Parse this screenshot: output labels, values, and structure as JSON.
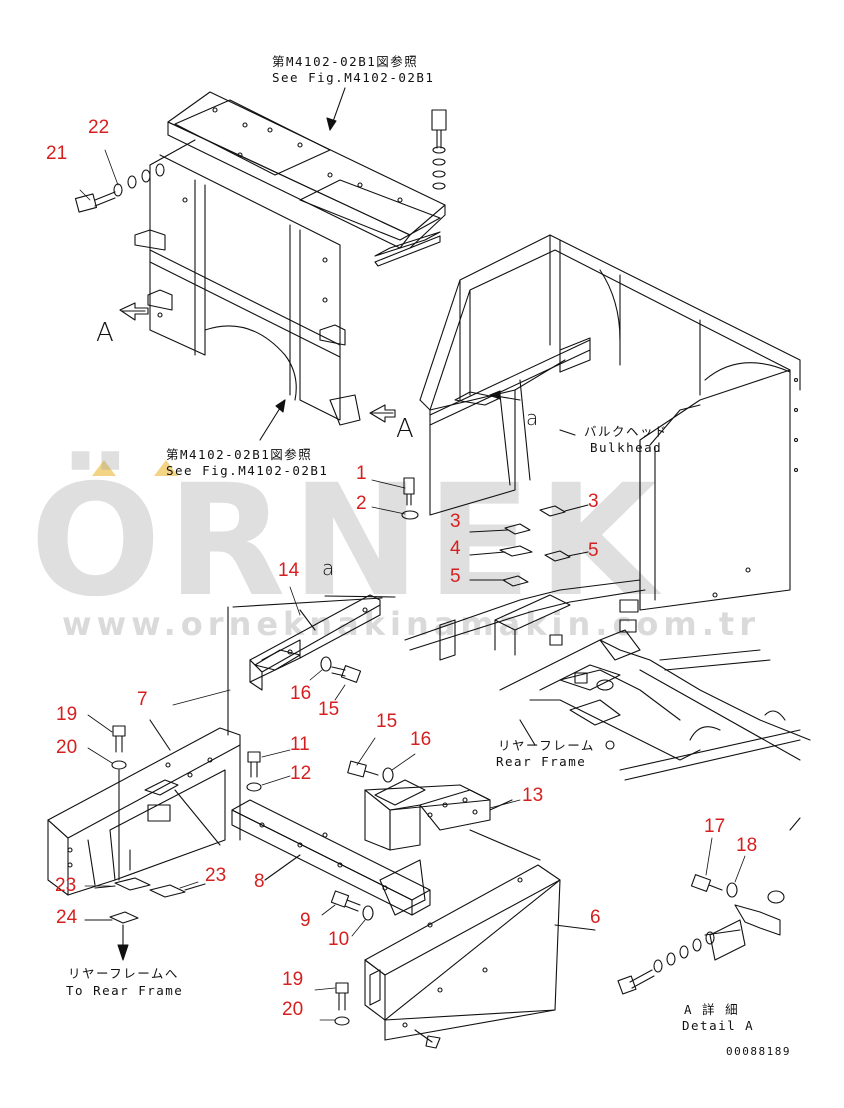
{
  "watermark": {
    "name": "ÖRNEK",
    "url": "www.orneknakinamakin.com.tr",
    "dot_color": "#f2d484"
  },
  "notes": {
    "see_fig_top_jp": "第M4102-02B1図参照",
    "see_fig_top_en": "See Fig.M4102-02B1",
    "see_fig_mid_jp": "第M4102-02B1図参照",
    "see_fig_mid_en": "See Fig.M4102-02B1",
    "bulkhead_jp": "バルクヘッド",
    "bulkhead_en": "Bulkhead",
    "rear_frame_jp": "リヤーフレーム",
    "rear_frame_en": "Rear Frame",
    "to_rear_frame_jp": "リヤーフレームへ",
    "to_rear_frame_en": "To Rear Frame",
    "detail_jp": "A 詳 細",
    "detail_en": "Detail A",
    "drawing_id": "00088189"
  },
  "view_labels": {
    "view_a_left": "A",
    "view_a_right": "A",
    "section_a_upper": "a",
    "section_a_lower": "a"
  },
  "callouts": {
    "n1": "1",
    "n2": "2",
    "n3a": "3",
    "n3b": "3",
    "n4": "4",
    "n5a": "5",
    "n5b": "5",
    "n6": "6",
    "n7": "7",
    "n8": "8",
    "n9": "9",
    "n10": "10",
    "n11": "11",
    "n12": "12",
    "n13": "13",
    "n14": "14",
    "n15a": "15",
    "n15b": "15",
    "n16a": "16",
    "n16b": "16",
    "n17": "17",
    "n18": "18",
    "n19a": "19",
    "n19b": "19",
    "n20a": "20",
    "n20b": "20",
    "n21": "21",
    "n22": "22",
    "n23a": "23",
    "n23b": "23",
    "n24": "24"
  },
  "colors": {
    "callout": "#d61f1f",
    "line": "#111111",
    "watermark": "#9b9b9b"
  }
}
